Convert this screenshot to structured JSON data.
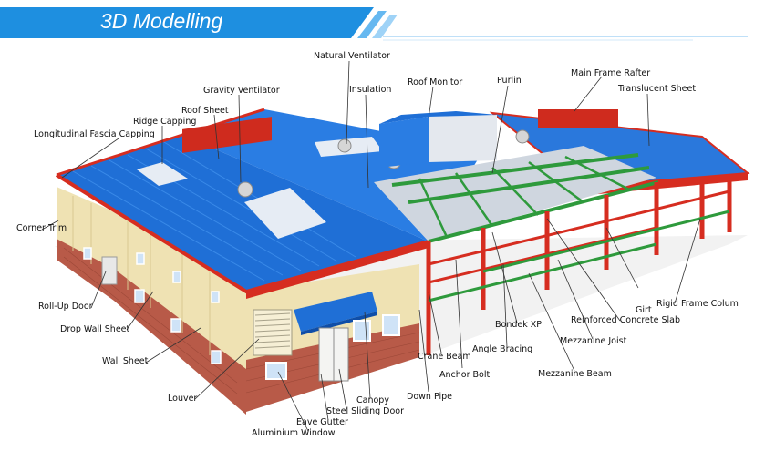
{
  "banner": {
    "title": "3D Modelling"
  },
  "colors": {
    "banner": "#1e8fe0",
    "roof": "#1f6fd6",
    "frame": "#d62d20",
    "mezzanine": "#2e9a3c",
    "wall": "#efe2b3",
    "brick": "#b85a48"
  },
  "labels": {
    "natural_ventilator": "Natural Ventilator",
    "insulation": "Insulation",
    "roof_monitor": "Roof Monitor",
    "purlin": "Purlin",
    "main_frame_rafter": "Main Frame Rafter",
    "translucent_sheet": "Translucent Sheet",
    "gravity_ventilator": "Gravity Ventilator",
    "roof_sheet": "Roof Sheet",
    "ridge_capping": "Ridge Capping",
    "longitudinal_fascia_capping": "Longitudinal Fascia Capping",
    "corner_trim": "Corner Trim",
    "roll_up_door": "Roll-Up Door",
    "drop_wall_sheet": "Drop Wall Sheet",
    "wall_sheet": "Wall Sheet",
    "louver": "Louver",
    "aluminium_window": "Aluminium Window",
    "eave_gutter": "Eave Gutter",
    "steel_sliding_door": "Steel Sliding Door",
    "canopy": "Canopy",
    "down_pipe": "Down Pipe",
    "anchor_bolt": "Anchor Bolt",
    "crane_beam": "Crane Beam",
    "angle_bracing": "Angle Bracing",
    "bondek_xp": "Bondek XP",
    "mezzanine_beam": "Mezzanine Beam",
    "mezzanine_joist": "Mezzanine Joist",
    "reinforced_concrete_slab": "Reinforced Concrete Slab",
    "girt": "Girt",
    "rigid_frame_column": "Rigid Frame Colum"
  }
}
